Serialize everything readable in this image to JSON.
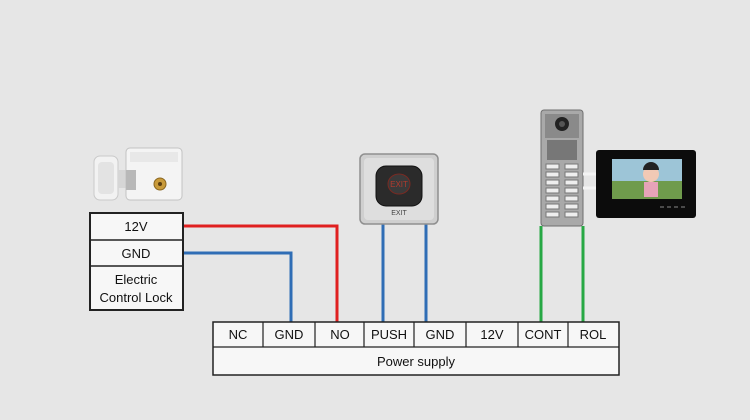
{
  "lock_block": {
    "rows": [
      "12V",
      "GND"
    ],
    "name_line1": "Electric",
    "name_line2": "Control Lock"
  },
  "exit_button": {
    "icon_text": "EXIT",
    "plate_text": "EXIT"
  },
  "power_supply": {
    "terminals": [
      "NC",
      "GND",
      "NO",
      "PUSH",
      "GND",
      "12V",
      "CONT",
      "ROL"
    ],
    "label": "Power supply"
  },
  "wire_colors": {
    "red": "#e02020",
    "blue": "#2f6db5",
    "green": "#27a844"
  }
}
